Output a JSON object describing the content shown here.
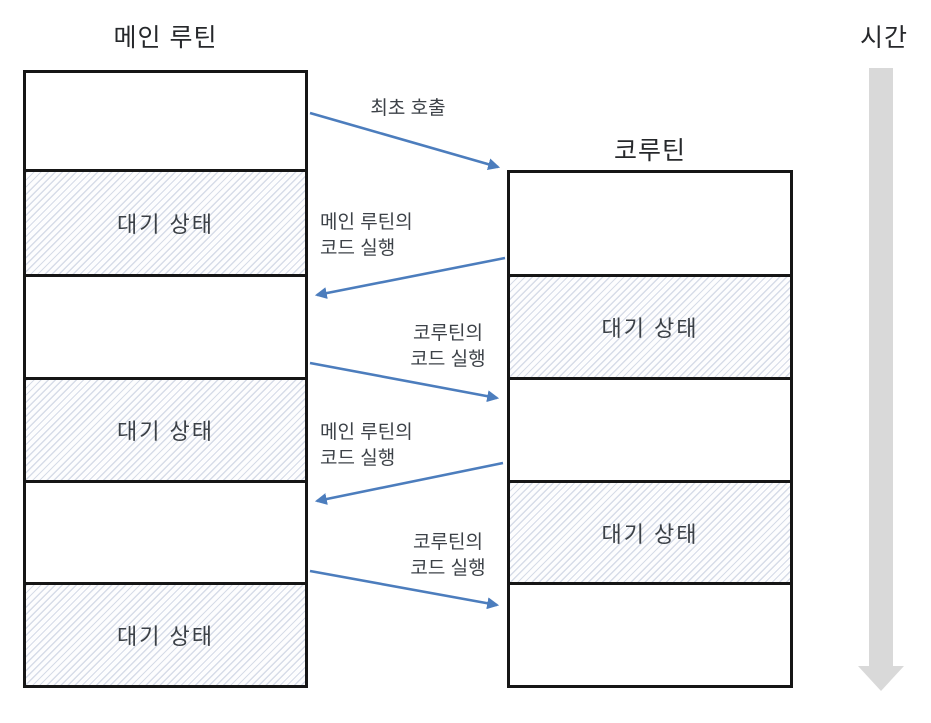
{
  "diagram": {
    "time_axis": {
      "label": "시간"
    },
    "main_routine": {
      "title": "메인 루틴",
      "blocks": [
        {
          "state": "running",
          "label": ""
        },
        {
          "state": "waiting",
          "label": "대기 상태"
        },
        {
          "state": "running",
          "label": ""
        },
        {
          "state": "waiting",
          "label": "대기 상태"
        },
        {
          "state": "running",
          "label": ""
        },
        {
          "state": "waiting",
          "label": "대기 상태"
        }
      ]
    },
    "coroutine": {
      "title": "코루틴",
      "blocks": [
        {
          "state": "running",
          "label": ""
        },
        {
          "state": "waiting",
          "label": "대기 상태"
        },
        {
          "state": "running",
          "label": ""
        },
        {
          "state": "waiting",
          "label": "대기 상태"
        },
        {
          "state": "running",
          "label": ""
        }
      ]
    },
    "arrows": [
      {
        "from": "main_routine",
        "to": "coroutine",
        "label": "최초 호출"
      },
      {
        "from": "coroutine",
        "to": "main_routine",
        "label": "메인 루틴의\n코드 실행"
      },
      {
        "from": "main_routine",
        "to": "coroutine",
        "label": "코루틴의\n코드 실행"
      },
      {
        "from": "coroutine",
        "to": "main_routine",
        "label": "메인 루틴의\n코드 실행"
      },
      {
        "from": "main_routine",
        "to": "coroutine",
        "label": "코루틴의\n코드 실행"
      }
    ],
    "colors": {
      "arrow_blue": "#4c7dbd",
      "time_arrow_gray": "#d9d9d9",
      "box_border": "#161616",
      "hatch_line": "#d5dbe6",
      "text": "#3d4248"
    }
  }
}
